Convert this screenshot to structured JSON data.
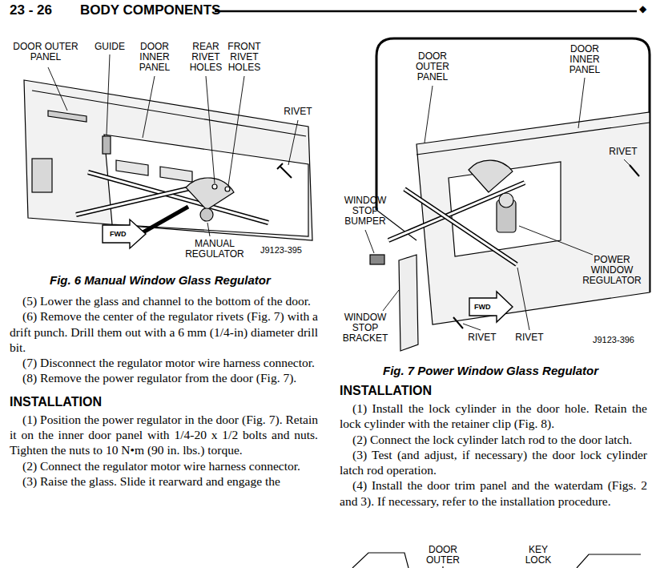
{
  "diagram": {
    "title": "BODY COMPONENTS",
    "labels": [
      "23 - 26",
      "◆",
      "DOOR OUTER PANEL",
      "GUIDE",
      "DOOR INNER PANEL",
      "REAR RIVET HOLES",
      "FRONT RIVET HOLES",
      "RIVET",
      "MANUAL REGULATOR",
      "J9123-395",
      "FWD",
      "Fig. 6 Manual Window Glass Regulator",
      "DOOR OUTER PANEL",
      "DOOR INNER PANEL",
      "RIVET",
      "WINDOW STOP BUMPER",
      "POWER WINDOW REGULATOR",
      "WINDOW STOP BRACKET",
      "RIVET",
      "RIVET",
      "J9123-396",
      "FWD",
      "Fig. 7 Power Window Glass Regulator",
      "(5) Lower the glass and channel to the bottom of the door.",
      "(6) Remove the center of the regulator rivets (Fig. 7) with a drift punch. Drill them out with a 6 mm (1/4-in) diameter drill bit.",
      "(7) Disconnect the regulator motor wire harness connector.",
      "(8) Remove the power regulator from the door (Fig. 7).",
      "INSTALLATION",
      "(1) Position the power regulator in the door (Fig. 7). Retain it on the inner door panel with 1/4-20 x 1/2 bolts and nuts. Tighten the nuts to 10 N•m (90 in. lbs.) torque.",
      "(2) Connect the regulator motor wire harness connector.",
      "(3) Raise the glass. Slide it rearward and engage the",
      "INSTALLATION",
      "(1) Install the lock cylinder in the door hole. Retain the lock cylinder with the retainer clip (Fig. 8).",
      "(2) Connect the lock cylinder latch rod to the door latch.",
      "(3) Test (and adjust, if necessary) the door lock cylinder latch rod operation.",
      "(4) Install the door trim panel and the waterdam (Figs. 2 and 3). If necessary, refer to the installation procedure.",
      "DOOR OUTER",
      "KEY LOCK"
    ]
  }
}
